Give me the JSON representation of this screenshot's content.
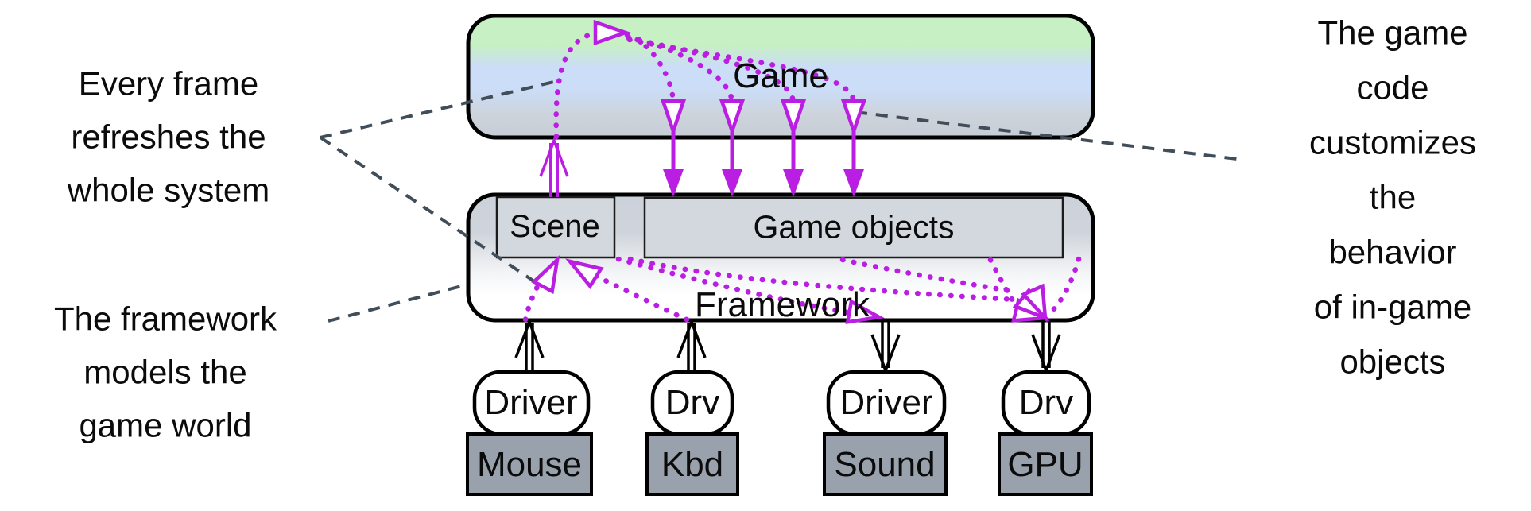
{
  "diagram": {
    "game_box": {
      "label": "Game"
    },
    "framework_box": {
      "label": "Framework",
      "scene": {
        "label": "Scene"
      },
      "game_objects": {
        "label": "Game objects"
      }
    },
    "drivers": [
      {
        "driver_label": "Driver",
        "device_label": "Mouse"
      },
      {
        "driver_label": "Drv",
        "device_label": "Kbd"
      },
      {
        "driver_label": "Driver",
        "device_label": "Sound"
      },
      {
        "driver_label": "Drv",
        "device_label": "GPU"
      }
    ],
    "annotations": {
      "every_frame": "Every frame\nrefreshes the\nwhole system",
      "framework_models": "The framework\nmodels the\ngame world",
      "game_code": "The game\ncode\ncustomizes\nthe behavior\nof in-game\nobjects"
    },
    "colors": {
      "flow_magenta": "#bb1ee3",
      "callout_dash": "#414e5a",
      "game_green": "#c7f0c4",
      "game_blue": "#cbddf7",
      "panel_gray": "#ccd2d9",
      "subbox_gray": "#d3d8df",
      "device_gray": "#99a1ac"
    }
  }
}
